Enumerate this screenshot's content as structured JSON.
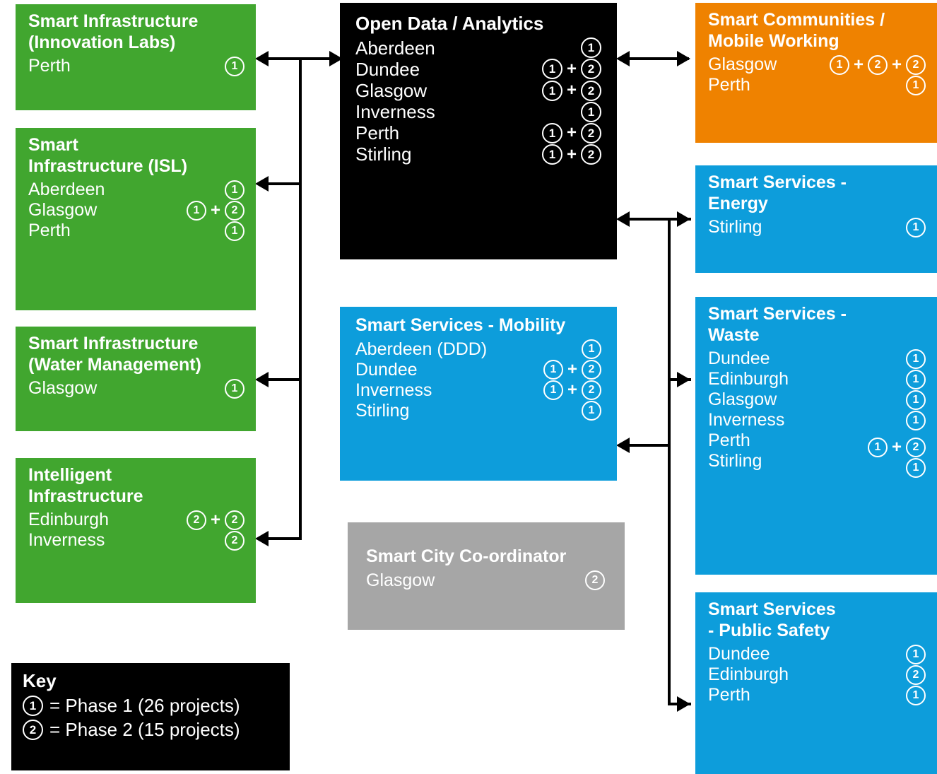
{
  "diagram": {
    "title_hidden": "Smart Cities Scotland programme structure",
    "colors": {
      "green": "#41A62F",
      "blue": "#0D9DDB",
      "orange": "#EF8200",
      "grey": "#A6A6A6",
      "black": "#000000",
      "text": "#FFFFFF"
    }
  },
  "boxes": {
    "innovation_labs": {
      "title": "Smart Infrastructure\n(Innovation  Labs)",
      "color": "green",
      "rows": [
        {
          "label": "Perth",
          "badges": [
            "1"
          ]
        }
      ]
    },
    "isl": {
      "title": "Smart\nInfrastructure  (ISL)",
      "color": "green",
      "rows": [
        {
          "label": "Aberdeen",
          "badges": [
            "1"
          ]
        },
        {
          "label": "Glasgow",
          "badges": [
            "1",
            "2"
          ]
        },
        {
          "label": "Perth",
          "badges": [
            "1"
          ]
        }
      ]
    },
    "water_management": {
      "title": "Smart    Infrastructure\n(Water  Management)",
      "color": "green",
      "rows": [
        {
          "label": "Glasgow",
          "badges": [
            "1"
          ]
        }
      ]
    },
    "intelligent_infrastructure": {
      "title": "Intelligent\nInfrastructure",
      "color": "green",
      "rows": [
        {
          "label": "Edinburgh",
          "badges": [
            "2",
            "2"
          ]
        },
        {
          "label": "Inverness",
          "badges": [
            "2"
          ]
        }
      ]
    },
    "open_data": {
      "title": "Open Data / Analytics",
      "color": "black",
      "rows": [
        {
          "label": "Aberdeen",
          "badges": [
            "1"
          ]
        },
        {
          "label": "Dundee",
          "badges": [
            "1",
            "2"
          ]
        },
        {
          "label": "Glasgow",
          "badges": [
            "1",
            "2"
          ]
        },
        {
          "label": "Inverness",
          "badges": [
            "1"
          ]
        },
        {
          "label": "Perth",
          "badges": [
            "1",
            "2"
          ]
        },
        {
          "label": "Stirling",
          "badges": [
            "1",
            "2"
          ]
        }
      ]
    },
    "mobility": {
      "title": "Smart Services - Mobility",
      "color": "blue",
      "rows": [
        {
          "label": "Aberdeen (DDD)",
          "badges": [
            "1"
          ]
        },
        {
          "label": "Dundee",
          "badges": [
            "1",
            "2"
          ]
        },
        {
          "label": "Inverness",
          "badges": [
            "1",
            "2"
          ]
        },
        {
          "label": "Stirling",
          "badges": [
            "1"
          ]
        }
      ]
    },
    "coordinator": {
      "title": "Smart City Co-ordinator",
      "color": "grey",
      "rows": [
        {
          "label": "Glasgow",
          "badges": [
            "2"
          ]
        }
      ]
    },
    "communities": {
      "title": "Smart Communities /\nMobile Working",
      "color": "orange",
      "rows": [
        {
          "label": "Glasgow",
          "badges": [
            "1",
            "2",
            "2"
          ]
        },
        {
          "label": "Perth",
          "badges": [
            "1"
          ]
        }
      ]
    },
    "energy": {
      "title": "Smart Services -\nEnergy",
      "color": "blue",
      "rows": [
        {
          "label": "Stirling",
          "badges": [
            "1"
          ]
        }
      ]
    },
    "waste": {
      "title": "Smart Services -\nWaste",
      "color": "blue",
      "rows": [
        {
          "label": "Dundee",
          "badges": [
            "1"
          ]
        },
        {
          "label": "Edinburgh",
          "badges": [
            "1"
          ]
        },
        {
          "label": "Glasgow",
          "badges": [
            "1"
          ]
        },
        {
          "label": "Inverness",
          "badges": [
            "1"
          ]
        },
        {
          "label": "Perth",
          "badges": [
            "1",
            "2"
          ]
        },
        {
          "label": "Stirling",
          "badges": [
            "1"
          ]
        }
      ]
    },
    "public_safety": {
      "title": "Smart Services\n- Public Safety",
      "color": "blue",
      "rows": [
        {
          "label": "Dundee",
          "badges": [
            "1"
          ]
        },
        {
          "label": "Edinburgh",
          "badges": [
            "2"
          ]
        },
        {
          "label": "Perth",
          "badges": [
            "1"
          ]
        }
      ]
    }
  },
  "key": {
    "title": "Key",
    "entries": [
      {
        "badge": "1",
        "text": "= Phase 1 (26 projects)"
      },
      {
        "badge": "2",
        "text": "= Phase 2 (15 projects)"
      }
    ]
  },
  "symbols": {
    "plus": "+"
  }
}
